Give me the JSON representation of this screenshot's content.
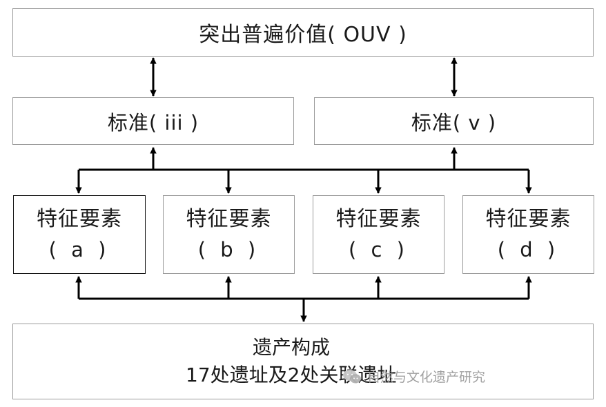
{
  "top_box": {
    "text": "突出普遍价值( OUV )"
  },
  "criteria": [
    {
      "text": "标准( iii )"
    },
    {
      "text": "标准( v )"
    }
  ],
  "features": [
    {
      "line1": "特征要素",
      "line2": "( a )"
    },
    {
      "line1": "特征要素",
      "line2": "( b )"
    },
    {
      "line1": "特征要素",
      "line2": "( c )"
    },
    {
      "line1": "特征要素",
      "line2": "( d )"
    }
  ],
  "bottom_box": {
    "line1": "遗产构成",
    "line2": "17处遗址及2处关联遗址"
  },
  "watermark": {
    "text": "自然与文化遗产研究",
    "icon": "wechat-icon"
  },
  "colors": {
    "line": "#000000",
    "border": "#9a9a9a",
    "watermark": "#9c9c9c"
  }
}
